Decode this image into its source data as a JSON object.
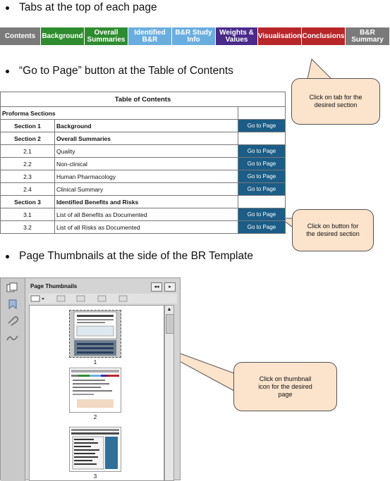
{
  "bullets": [
    "Tabs at the top of each page",
    "“Go to Page” button at the Table of Contents",
    "Page Thumbnails at the side of the BR Template"
  ],
  "tabs": [
    {
      "label": "Contents",
      "color": "#7a7a7a"
    },
    {
      "label": "Background",
      "color": "#2e8b2e"
    },
    {
      "label": "Overall Summaries",
      "color": "#2e8b2e"
    },
    {
      "label": "Identified B&R",
      "color": "#6aaee0"
    },
    {
      "label": "B&R Study Info",
      "color": "#6aaee0"
    },
    {
      "label": "Weights & Values",
      "color": "#4a2a8a"
    },
    {
      "label": "Visualisation",
      "color": "#b8262a"
    },
    {
      "label": "Conclusions",
      "color": "#b8262a"
    },
    {
      "label": "B&R Summary",
      "color": "#7a7a7a"
    }
  ],
  "callouts": {
    "tabs": "Click on tab for the desired section",
    "button": "Click on button for the desired section",
    "thumbnail": "Click on thumbnail icon for the desired page"
  },
  "toc": {
    "title": "Table of Contents",
    "proforma": "Proforma Sections",
    "go_label": "Go to Page",
    "rows": [
      {
        "num": "Section 1",
        "name": "Background",
        "section": true,
        "button": true
      },
      {
        "num": "Section 2",
        "name": "Overall Summaries",
        "section": true,
        "button": false
      },
      {
        "num": "2.1",
        "name": "Quality",
        "section": false,
        "button": true
      },
      {
        "num": "2.2",
        "name": "Non-clinical",
        "section": false,
        "button": true
      },
      {
        "num": "2.3",
        "name": "Human Pharmacology",
        "section": false,
        "button": true
      },
      {
        "num": "2.4",
        "name": "Clinical Summary",
        "section": false,
        "button": true
      },
      {
        "num": "Section 3",
        "name": "Identified Benefits and Risks",
        "section": true,
        "button": false
      },
      {
        "num": "3.1",
        "name": "List of all Benefits as Documented",
        "section": false,
        "button": true
      },
      {
        "num": "3.2",
        "name": "List of all Risks as Documented",
        "section": false,
        "button": true
      }
    ]
  },
  "thumbnails": {
    "title": "Page Thumbnails",
    "pages": [
      "1",
      "2",
      "3"
    ]
  }
}
